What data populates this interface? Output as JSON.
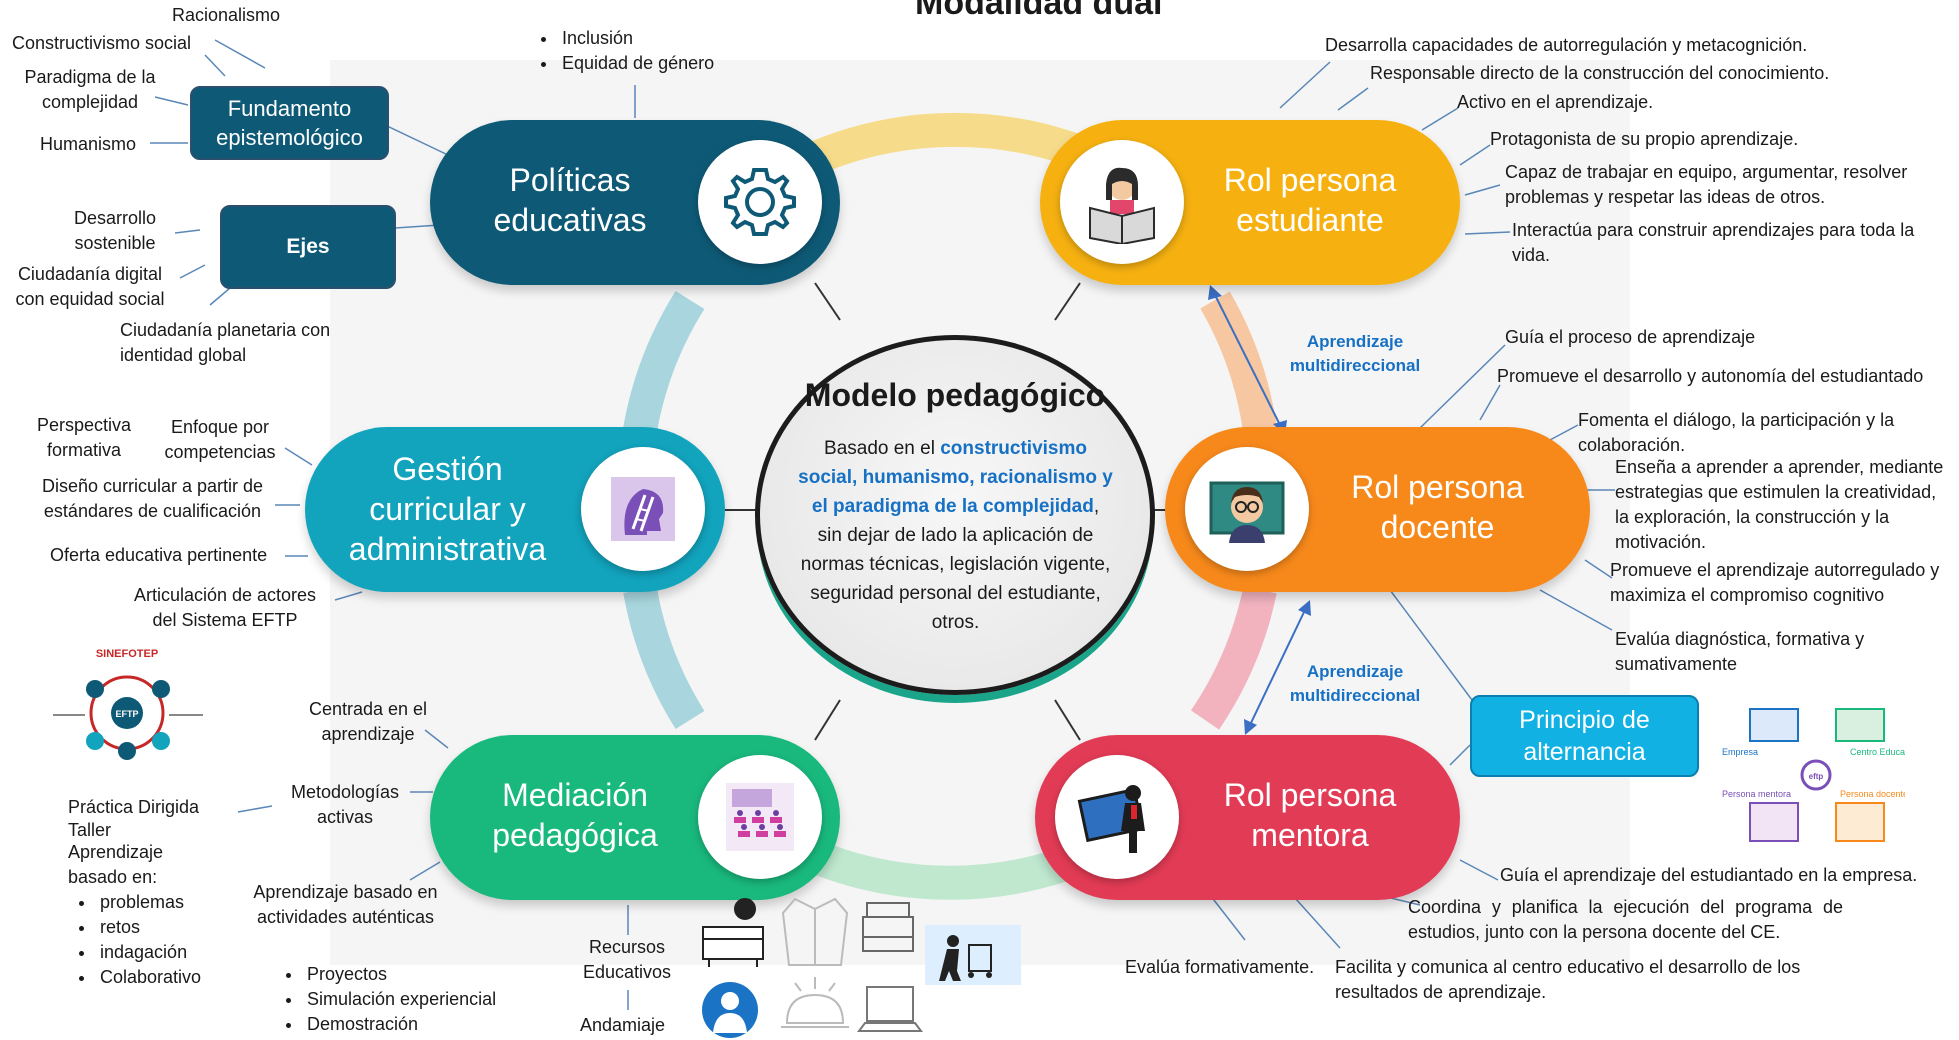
{
  "title": "Modalidad dual",
  "center": {
    "title": "Modelo pedagógico",
    "text_pre": "Basado en el ",
    "text_hl": "constructivismo social, humanismo, racionalismo y el paradigma de la complejidad",
    "text_post": ", sin dejar de lado la aplicación de normas técnicas, legislación vigente, seguridad personal del estudiante, otros."
  },
  "pills": {
    "politicas": "Políticas educativas",
    "gestion": "Gestión curricular y administrativa",
    "mediacion": "Mediación pedagógica",
    "estudiante": "Rol persona estudiante",
    "docente": "Rol persona docente",
    "mentora": "Rol persona mentora"
  },
  "boxes": {
    "fundamento": "Fundamento epistemológico",
    "ejes": "Ejes",
    "alternancia": "Principio de alternancia"
  },
  "multidireccional": [
    "Aprendizaje multidireccional",
    "Aprendizaje multidireccional"
  ],
  "fundamento_items": [
    "Racionalismo",
    "Constructivismo social",
    "Paradigma de la complejidad",
    "Humanismo"
  ],
  "politicas_items": [
    "Inclusión",
    "Equidad de género"
  ],
  "ejes_items": [
    "Desarrollo sostenible",
    "Ciudadanía digital con equidad social",
    "Ciudadanía planetaria con identidad global"
  ],
  "gestion_items": [
    "Perspectiva formativa",
    "Enfoque por competencias",
    "Diseño curricular a partir de estándares de cualificación",
    "Oferta educativa pertinente",
    "Articulación de actores del Sistema EFTP"
  ],
  "mediacion_items": [
    "Centrada en el aprendizaje",
    "Metodologías activas",
    "Práctica Dirigida",
    "Taller",
    "Aprendizaje basado en:",
    "Aprendizaje basado en actividades auténticas",
    "Recursos Educativos",
    "Andamiaje"
  ],
  "abp_items": [
    "problemas",
    "retos",
    "indagación",
    "Colaborativo"
  ],
  "autenticas_items": [
    "Proyectos",
    "Simulación experiencial",
    "Demostración"
  ],
  "estudiante_items": [
    "Desarrolla capacidades de autorregulación y metacognición.",
    "Responsable directo de la construcción del conocimiento.",
    "Activo en el aprendizaje.",
    "Protagonista de su propio aprendizaje.",
    "Capaz de trabajar en equipo, argumentar, resolver problemas y respetar las ideas de otros.",
    "Interactúa para construir aprendizajes para toda la vida."
  ],
  "docente_items": [
    "Guía el proceso de aprendizaje",
    "Promueve el desarrollo y autonomía del estudiantado",
    "Fomenta el diálogo, la participación y la colaboración.",
    "Enseña a aprender a aprender, mediante estrategias que estimulen la creatividad,  la exploración, la construcción y la motivación.",
    "Promueve el aprendizaje autorregulado y maximiza el compromiso cognitivo",
    "Evalúa diagnóstica, formativa y sumativamente"
  ],
  "mentora_items": [
    "Guía el aprendizaje del estudiantado en la  empresa.",
    "Coordina y planifica la ejecución del programa de estudios, junto con la persona docente del CE.",
    "Evalúa formativamente.",
    "Facilita y comunica al centro educativo el desarrollo de los resultados de aprendizaje."
  ],
  "sinefotep": {
    "title": "SINEFOTEP",
    "hub": "EFTP"
  },
  "alternancia_diagram": {
    "labels": [
      "Empresa",
      "Centro Educativo",
      "Persona mentora",
      "Persona docente"
    ],
    "hub": "eftp"
  },
  "colors": {
    "politicas": "#0e5a76",
    "gestion": "#12a3bd",
    "mediacion": "#19b97d",
    "estudiante": "#f6b111",
    "docente": "#f7891b",
    "mentora": "#e23b55",
    "box": "#0e5a76",
    "alternancia": "#12b1e4"
  }
}
